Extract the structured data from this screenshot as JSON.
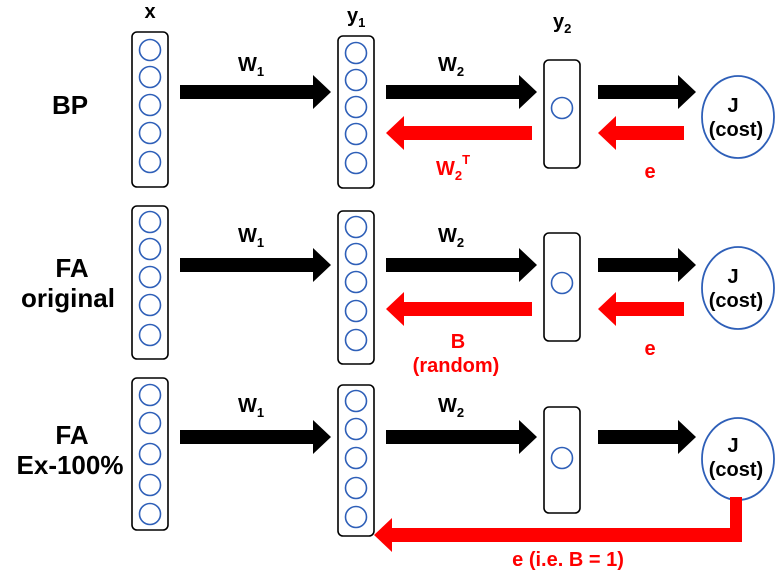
{
  "headers": {
    "x": "x",
    "y1_base": "y",
    "y1_sub": "1",
    "y2_base": "y",
    "y2_sub": "2"
  },
  "rows": [
    {
      "label_lines": [
        "BP"
      ],
      "w1_base": "W",
      "w1_sub": "1",
      "w2_base": "W",
      "w2_sub": "2",
      "cost_top": "J",
      "cost_bottom": "(cost)",
      "back_label_base": "W",
      "back_label_sub": "2",
      "back_label_sup": "T",
      "e_label": "e"
    },
    {
      "label_lines": [
        "FA",
        "original"
      ],
      "w1_base": "W",
      "w1_sub": "1",
      "w2_base": "W",
      "w2_sub": "2",
      "cost_top": "J",
      "cost_bottom": "(cost)",
      "back_label_lines": [
        "B",
        "(random)"
      ],
      "e_label": "e"
    },
    {
      "label_lines": [
        "FA",
        "Ex-100%"
      ],
      "w1_base": "W",
      "w1_sub": "1",
      "w2_base": "W",
      "w2_sub": "2",
      "cost_top": "J",
      "cost_bottom": "(cost)",
      "bottom_label": "e (i.e. B = 1)"
    }
  ],
  "colors": {
    "forward_arrow": "#000000",
    "feedback_arrow": "#ff0000",
    "neuron": "#2e5fb8",
    "feedback_text": "#ff0000"
  }
}
